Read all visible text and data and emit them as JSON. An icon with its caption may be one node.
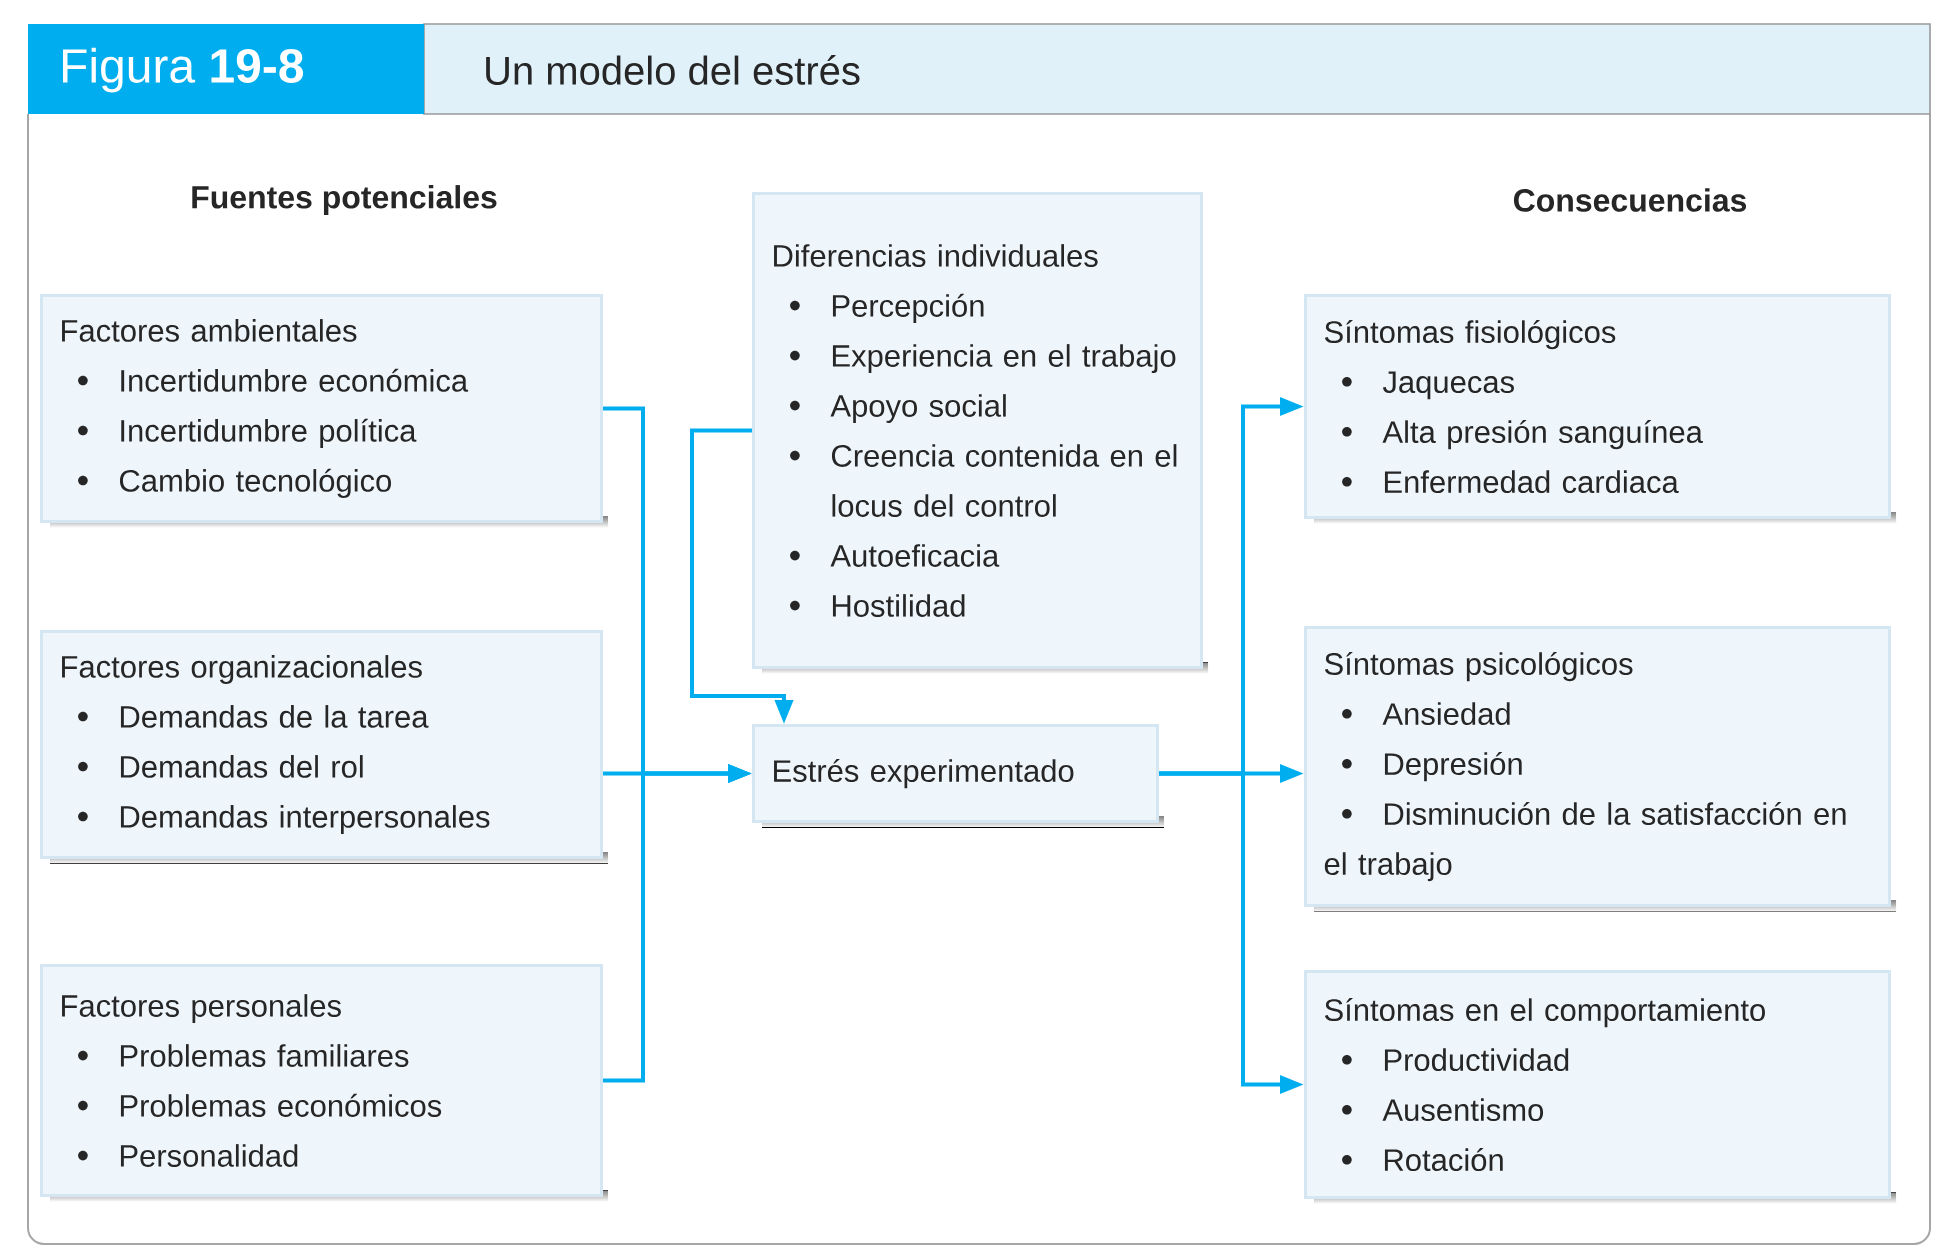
{
  "diagram": {
    "title": "Un modelo del estrés",
    "nodes": [
      {
        "text": [
          "Factores ambientales",
          "Incertidumbre económica",
          "Incertidumbre política",
          "Cambio tecnológico"
        ]
      },
      {
        "text": [
          "Factores organizacionales",
          "Demandas de la tarea",
          "Demandas del rol",
          "Demandas interpersonales"
        ]
      },
      {
        "text": [
          "Factores personales",
          "Problemas familiares",
          "Problemas económicos",
          "Personalidad"
        ]
      },
      {
        "text": [
          "Diferencias individuales",
          "Percepción",
          "Experiencia en el trabajo",
          "Apoyo social",
          "Creencia contenida en el locus del control",
          "Autoeficacia",
          "Hostilidad"
        ]
      },
      {
        "text": [
          "Estrés experimentado"
        ]
      },
      {
        "text": [
          "Síntomas fisiológicos",
          "Jaquecas",
          "Alta presión sanguínea",
          "Enfermedad cardiaca"
        ]
      },
      {
        "text": [
          "Síntomas psicológicos",
          "Ansiedad",
          "Depresión",
          "Disminución de la satisfacción en el trabajo"
        ]
      },
      {
        "text": [
          "Síntomas en el comportamiento",
          "Productividad",
          "Ausentismo",
          "Rotación"
        ]
      }
    ],
    "edges": [
      {
        "from": 0,
        "to": 4,
        "arrow": "to"
      },
      {
        "from": 1,
        "to": 4,
        "arrow": "to"
      },
      {
        "from": 2,
        "to": 4,
        "arrow": "to"
      },
      {
        "from": 3,
        "to": 4,
        "arrow": "to"
      },
      {
        "from": 4,
        "to": 5,
        "arrow": "to"
      },
      {
        "from": 4,
        "to": 6,
        "arrow": "to"
      },
      {
        "from": 4,
        "to": 7,
        "arrow": "to"
      }
    ],
    "labels": [
      "Figura **19-8**",
      "Fuentes potenciales",
      "Consecuencias"
    ]
  }
}
